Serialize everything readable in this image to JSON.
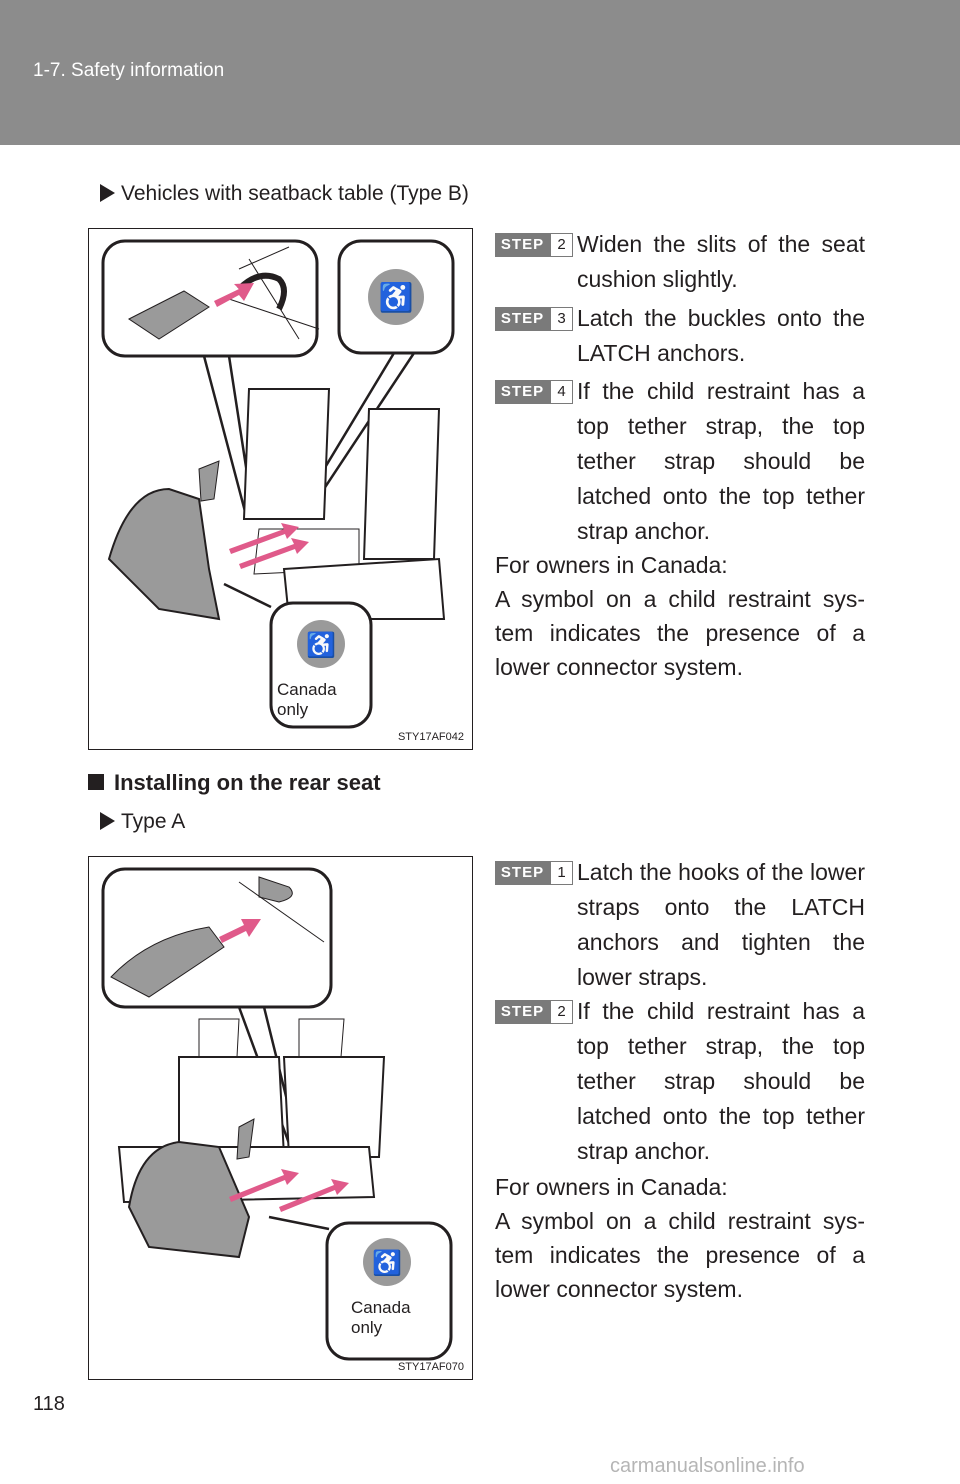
{
  "header": {
    "section": "1-7. Safety information"
  },
  "section1": {
    "arrow_label": "Vehicles with seatback table (Type B)",
    "figure_code": "STY17AF042",
    "canada_label": [
      "Canada",
      "only"
    ],
    "steps": [
      {
        "badge": "STEP",
        "num": "2",
        "text": "Widen the slits of the seat cushion slightly."
      },
      {
        "badge": "STEP",
        "num": "3",
        "text": "Latch the buckles onto the LATCH anchors."
      },
      {
        "badge": "STEP",
        "num": "4",
        "text": "If the child restraint has a top tether strap, the top tether strap should be latched onto the top tether strap anchor."
      }
    ],
    "canada_heading": "For owners in Canada:",
    "canada_text": "A symbol on a child restraint sys-tem indicates the presence of a lower connector system."
  },
  "section2": {
    "heading": "Installing on the rear seat",
    "arrow_label": "Type A",
    "figure_code": "STY17AF070",
    "canada_label": [
      "Canada",
      "only"
    ],
    "steps": [
      {
        "badge": "STEP",
        "num": "1",
        "text": "Latch the hooks of the lower straps onto the LATCH anchors and tighten the lower straps."
      },
      {
        "badge": "STEP",
        "num": "2",
        "text": "If the child restraint has a top tether strap, the top tether strap should be latched onto the top tether strap anchor."
      }
    ],
    "canada_heading": "For owners in Canada:",
    "canada_text": "A symbol on a child restraint sys-tem indicates the presence of a lower connector system."
  },
  "footer": {
    "page_number": "118",
    "watermark": "carmanualsonline.info"
  },
  "colors": {
    "header_bg": "#8c8c8c",
    "badge_bg": "#7a7a7a",
    "arrow_pink": "#e05a8a",
    "seat_gray": "#9a9a9a"
  }
}
